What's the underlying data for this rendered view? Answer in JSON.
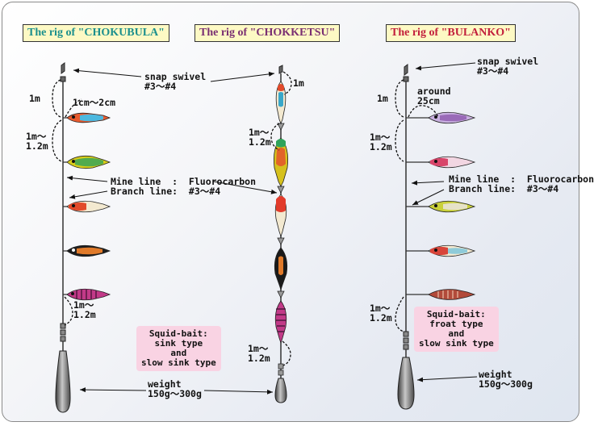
{
  "titles": {
    "left": "The rig of \"CHOKUBULA\"",
    "center": "The rig of \"CHOKKETSU\"",
    "right": "The rig of \"BULANKO\""
  },
  "left": {
    "dim_top": "1m",
    "dim_spacing": "1cm～2cm",
    "dim_mid": "1m～\n1.2m",
    "dim_bottom": "1m～\n1.2m"
  },
  "center": {
    "snap_swivel": "snap swivel\n#3～#4",
    "dim_top": "1m",
    "dim_mid": "1m～\n1.2m",
    "line_spec": "Mine line  :  Fluorocarbon\nBranch line:  #3～#4",
    "squid_bait": "Squid-bait:\nsink type\nand\nslow sink type",
    "dim_bottom": "1m～\n1.2m",
    "weight": "weight\n150g～300g"
  },
  "right": {
    "snap_swivel": "snap swivel\n#3～#4",
    "dim_top": "1m",
    "dim_around": "around\n25cm",
    "dim_mid": "1m～\n1.2m",
    "line_spec": "Mine line  :  Fluorocarbon\nBranch line:  #3～#4",
    "dim_bottom": "1m～\n1.2m",
    "squid_bait": "Squid-bait:\nfroat type\nand\nslow sink type",
    "weight": "weight\n150g～300g"
  },
  "colors": {
    "lure_left": [
      "#d94a2a",
      "#d8cc1a",
      "#e24a2a",
      "#1e1e1e",
      "#c23a88"
    ],
    "lure_center": [
      "#39a7c9",
      "#d6c11d",
      "#e23b2b",
      "#1a1a1a",
      "#c23a88"
    ],
    "lure_right": [
      "#9a6ab8",
      "#d8456a",
      "#c9d03a",
      "#d8453a",
      "#b24a3a"
    ]
  }
}
